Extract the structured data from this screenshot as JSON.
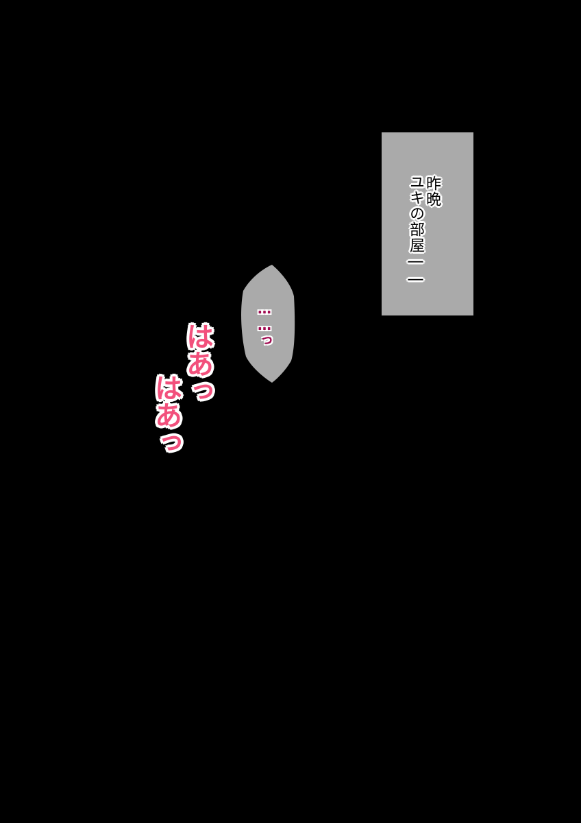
{
  "caption": {
    "line1": "昨晩",
    "line2": "ユキの部屋――"
  },
  "bubble": {
    "text": "……っ"
  },
  "sfx": {
    "pant1": "はあっ",
    "pant2": "はあっ"
  },
  "colors": {
    "background": "#000000",
    "caption_box": "#aaaaaa",
    "bubble": "#aaaaaa",
    "sfx": "#f2507c",
    "bubble_text": "#a0064e"
  }
}
